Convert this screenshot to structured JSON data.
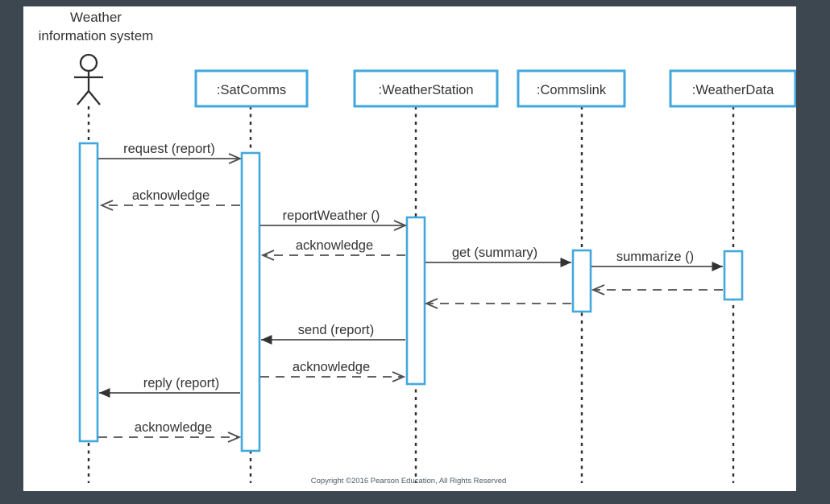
{
  "colors": {
    "background": "#3d4750",
    "canvas": "#ffffff",
    "accent_blue": "#41a8de",
    "arrow_line": "#4f4f4f",
    "text": "#333333",
    "muted_text": "#4d5a66"
  },
  "actor": {
    "name_line1": "Weather",
    "name_line2": "information system"
  },
  "objects": [
    ":SatComms",
    ":WeatherStation",
    ":Commslink",
    ":WeatherData"
  ],
  "messages": [
    {
      "label": "request (report)",
      "from": "Weather information system",
      "to": ":SatComms",
      "line": "solid",
      "arrowhead": "open"
    },
    {
      "label": "acknowledge",
      "from": ":SatComms",
      "to": "Weather information system",
      "line": "dashed",
      "arrowhead": "open"
    },
    {
      "label": "reportWeather ()",
      "from": ":SatComms",
      "to": ":WeatherStation",
      "line": "solid",
      "arrowhead": "open"
    },
    {
      "label": "acknowledge",
      "from": ":WeatherStation",
      "to": ":SatComms",
      "line": "dashed",
      "arrowhead": "open"
    },
    {
      "label": "get (summary)",
      "from": ":WeatherStation",
      "to": ":Commslink",
      "line": "solid",
      "arrowhead": "filled"
    },
    {
      "label": "summarize ()",
      "from": ":Commslink",
      "to": ":WeatherData",
      "line": "solid",
      "arrowhead": "filled"
    },
    {
      "label": "",
      "from": ":WeatherData",
      "to": ":Commslink",
      "line": "dashed",
      "arrowhead": "open"
    },
    {
      "label": "",
      "from": ":Commslink",
      "to": ":WeatherStation",
      "line": "dashed",
      "arrowhead": "open"
    },
    {
      "label": "send (report)",
      "from": ":WeatherStation",
      "to": ":SatComms",
      "line": "solid",
      "arrowhead": "filled"
    },
    {
      "label": "acknowledge",
      "from": ":SatComms",
      "to": ":WeatherStation",
      "line": "dashed",
      "arrowhead": "open"
    },
    {
      "label": "reply (report)",
      "from": ":SatComms",
      "to": "Weather information system",
      "line": "solid",
      "arrowhead": "filled"
    },
    {
      "label": "acknowledge",
      "from": "Weather information system",
      "to": ":SatComms",
      "line": "dashed",
      "arrowhead": "open"
    }
  ],
  "footer": {
    "copyright": "Copyright ©2016 Pearson Education, All Rights Reserved"
  }
}
